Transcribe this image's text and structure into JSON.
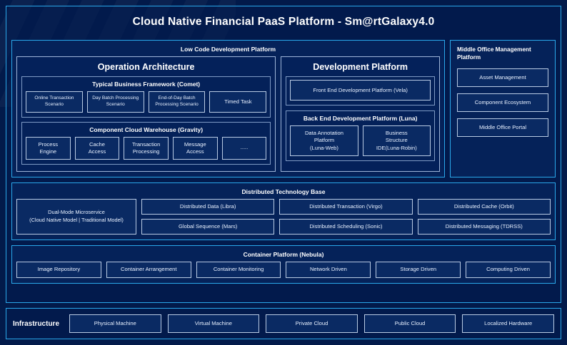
{
  "title": "Cloud Native Financial PaaS Platform - Sm@rtGalaxy4.0",
  "low_code": {
    "title": "Low Code Development Platform",
    "operation_architecture": {
      "title": "Operation Architecture",
      "groups": [
        {
          "title": "Typical Business Framework (Comet)",
          "items": [
            "Online Transaction\nScenario",
            "Day Batch Processing\nScenario",
            "End-of-Day Batch\nProcessing Scenario",
            "Timed Task"
          ]
        },
        {
          "title": "Component Cloud Warehouse (Gravity)",
          "items": [
            "Process\nEngine",
            "Cache\nAccess",
            "Transaction\nProcessing",
            "Message\nAccess",
            "......"
          ]
        }
      ]
    },
    "development_platform": {
      "title": "Development Platform",
      "front_end": "Front End Development Platform (Vela)",
      "back_end": {
        "title": "Back End Development Platform (Luna)",
        "items": [
          "Data Annotation\nPlatform\n(Luna-Web)",
          "Business\nStructure\nIDE(Luna-Robin)"
        ]
      }
    }
  },
  "middle_office": {
    "title": "Middle Office Management Platform",
    "items": [
      "Asset Management",
      "Component Ecosystem",
      "Middle Office Portal"
    ]
  },
  "distributed": {
    "title": "Distributed Technology Base",
    "wide_item": "Dual-Mode Microservice\n(Cloud Native Model | Traditional Model)",
    "items": [
      "Distributed Data (Libra)",
      "Distributed Transaction (Virgo)",
      "Distributed Cache (Orbit)",
      "Global Sequence (Mars)",
      "Distributed Scheduling (Sonic)",
      "Distributed Messaging (TDRSS)"
    ]
  },
  "container": {
    "title": "Container Platform (Nebula)",
    "items": [
      "Image Repository",
      "Container Arrangement",
      "Container Monitoring",
      "Network Driven",
      "Storage Driven",
      "Computing Driven"
    ]
  },
  "infrastructure": {
    "label": "Infrastructure",
    "items": [
      "Physical Machine",
      "Virtual Machine",
      "Private Cloud",
      "Public Cloud",
      "Localized Hardware"
    ]
  },
  "colors": {
    "background": "#021a4a",
    "accent_border": "#2aa8ea",
    "panel_fill": "#052259",
    "cell_fill": "#0a2a63",
    "cell_border": "#b9cbe4",
    "text": "#ffffff"
  }
}
